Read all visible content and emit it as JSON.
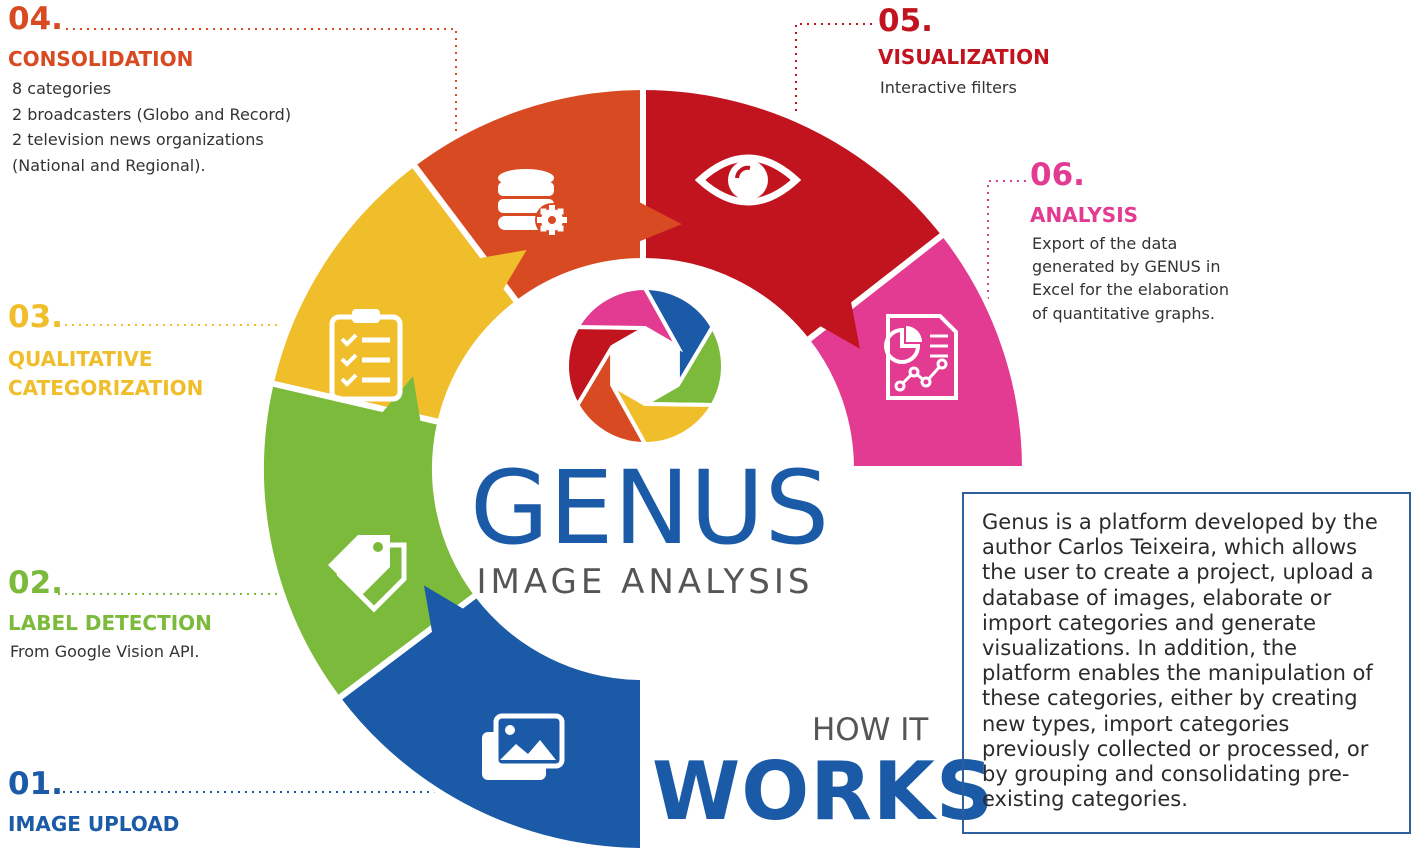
{
  "steps": [
    {
      "number": "01.",
      "title": "IMAGE UPLOAD",
      "color": "#1b5aa6",
      "icon": "image-icon",
      "desc": []
    },
    {
      "number": "02.",
      "title": "LABEL DETECTION",
      "color": "#7cba3c",
      "icon": "tag-icon",
      "desc": [
        "From Google Vision API."
      ]
    },
    {
      "number": "03.",
      "title": [
        "QUALITATIVE",
        "CATEGORIZATION"
      ],
      "color": "#f0be2b",
      "icon": "clipboard-checklist-icon",
      "desc": []
    },
    {
      "number": "04.",
      "title": "CONSOLIDATION",
      "color": "#d84a22",
      "icon": "database-gear-icon",
      "desc": [
        "8 categories",
        "2 broadcasters (Globo and Record)",
        "2 television news organizations",
        "(National and Regional)."
      ]
    },
    {
      "number": "05.",
      "title": "VISUALIZATION",
      "color": "#c1141f",
      "icon": "eye-icon",
      "desc": [
        "Interactive filters"
      ]
    },
    {
      "number": "06.",
      "title": "ANALYSIS",
      "color": "#e33a92",
      "icon": "report-chart-icon",
      "desc": [
        "Export of the data",
        "generated by GENUS in",
        "Excel for the elaboration",
        "of quantitative graphs."
      ]
    }
  ],
  "brand": {
    "name": "GENUS",
    "subtitle": "IMAGE ANALYSIS",
    "logo": "aperture-icon"
  },
  "heading": {
    "line1": "HOW IT",
    "line2": "WORKS"
  },
  "info_text": "Genus is a platform developed by the author Carlos Teixeira, which allows the user to create a project, upload a database of images, elaborate or import categories and generate visualizations. In addition, the platform enables the manipulation of these categories, either by creating new types, import categories previously collected or processed, or by grouping and consolidating pre-existing categories."
}
